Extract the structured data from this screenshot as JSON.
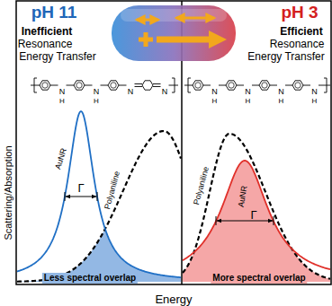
{
  "diagram": {
    "labels": [
      "pH 11",
      "Inefficient",
      "Resonance",
      "Energy Transfer",
      "pH 3",
      "Efficient",
      "Resonance",
      "Energy Transfer",
      "N",
      "H",
      "N",
      "H",
      "N",
      "N",
      "N",
      "H",
      "N",
      "H",
      "N",
      "H",
      "N",
      "H",
      "AuNR",
      "Polyaniline",
      "Γ",
      "Less spectral overlap",
      "Polyaniline",
      "AuNR",
      "Γ",
      "More spectral overlap",
      "Scattering/Absorption",
      "Energy"
    ]
  }
}
